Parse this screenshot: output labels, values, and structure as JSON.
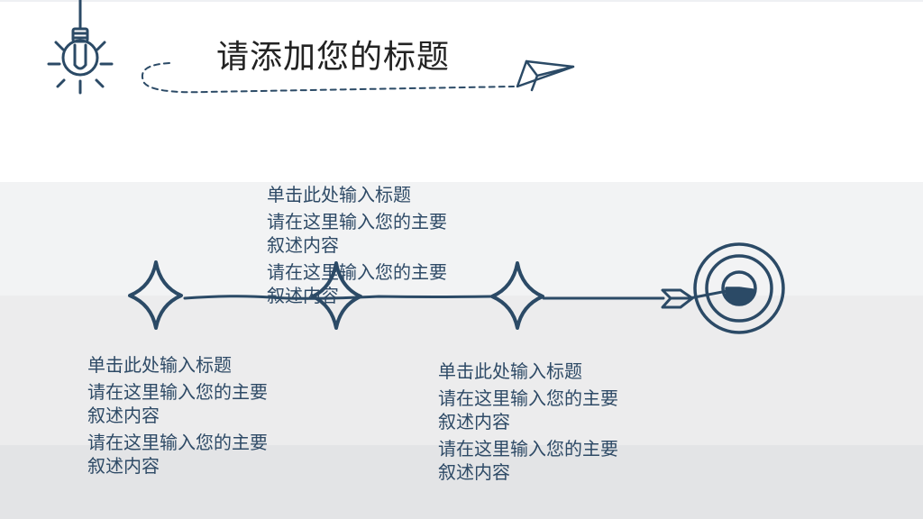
{
  "title": "请添加您的标题",
  "items": [
    {
      "heading": "单击此处输入标题",
      "para1": "请在这里输入您的主要叙述内容",
      "para2": "请在这里输入您的主要叙述内容"
    },
    {
      "heading": "单击此处输入标题",
      "para1": "请在这里输入您的主要叙述内容",
      "para2": "请在这里输入您的主要叙述内容"
    },
    {
      "heading": "单击此处输入标题",
      "para1": "请在这里输入您的主要叙述内容",
      "para2": "请在这里输入您的主要叙述内容"
    }
  ],
  "icons": [
    "lightbulb-icon",
    "paper-plane-icon",
    "star-icon",
    "arrow-icon",
    "target-icon"
  ],
  "colors": {
    "accent": "#2b4a66",
    "text": "#2e4a66",
    "title": "#222222"
  }
}
